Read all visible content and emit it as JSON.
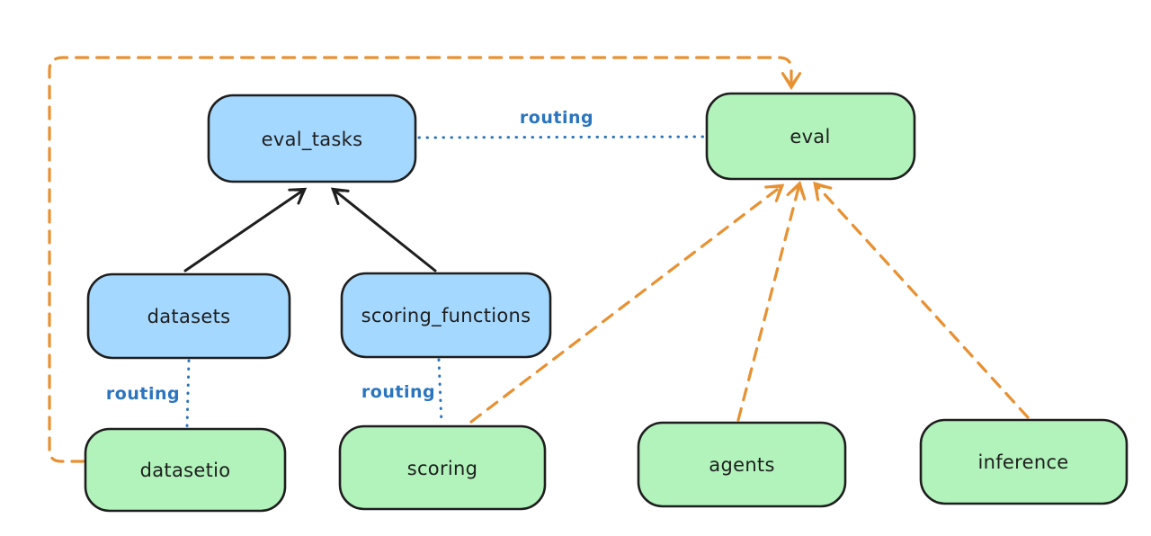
{
  "diagram": {
    "background": "#ffffff",
    "colors": {
      "blue_node_fill": "#a5d8ff",
      "green_node_fill": "#b2f2bb",
      "node_stroke": "#1e1e1e",
      "orange_edge": "#e89132",
      "blue_edge": "#2b74be",
      "text": "#1e1e1e"
    },
    "nodes": [
      {
        "id": "eval_tasks",
        "label": "eval_tasks",
        "fill": "blue"
      },
      {
        "id": "eval",
        "label": "eval",
        "fill": "green"
      },
      {
        "id": "datasets",
        "label": "datasets",
        "fill": "blue"
      },
      {
        "id": "scoring_functions",
        "label": "scoring_functions",
        "fill": "blue"
      },
      {
        "id": "datasetio",
        "label": "datasetio",
        "fill": "green"
      },
      {
        "id": "scoring",
        "label": "scoring",
        "fill": "green"
      },
      {
        "id": "agents",
        "label": "agents",
        "fill": "green"
      },
      {
        "id": "inference",
        "label": "inference",
        "fill": "green"
      }
    ],
    "edge_labels": {
      "routing_eval_tasks_eval": "routing",
      "routing_datasets_datasetio": "routing",
      "routing_scoring_functions_scoring": "routing"
    },
    "edges": [
      {
        "from": "datasets",
        "to": "eval_tasks",
        "style": "solid",
        "color": "#1e1e1e",
        "arrow": true
      },
      {
        "from": "scoring_functions",
        "to": "eval_tasks",
        "style": "solid",
        "color": "#1e1e1e",
        "arrow": true
      },
      {
        "from": "eval_tasks",
        "to": "eval",
        "style": "dotted",
        "color": "#2b74be",
        "arrow": false,
        "label": "routing"
      },
      {
        "from": "datasets",
        "to": "datasetio",
        "style": "dotted",
        "color": "#2b74be",
        "arrow": false,
        "label": "routing"
      },
      {
        "from": "scoring_functions",
        "to": "scoring",
        "style": "dotted",
        "color": "#2b74be",
        "arrow": false,
        "label": "routing"
      },
      {
        "from": "datasetio",
        "to": "eval",
        "style": "dashed",
        "color": "#e89132",
        "arrow": true
      },
      {
        "from": "scoring",
        "to": "eval",
        "style": "dashed",
        "color": "#e89132",
        "arrow": true
      },
      {
        "from": "agents",
        "to": "eval",
        "style": "dashed",
        "color": "#e89132",
        "arrow": true
      },
      {
        "from": "inference",
        "to": "eval",
        "style": "dashed",
        "color": "#e89132",
        "arrow": true
      }
    ]
  }
}
